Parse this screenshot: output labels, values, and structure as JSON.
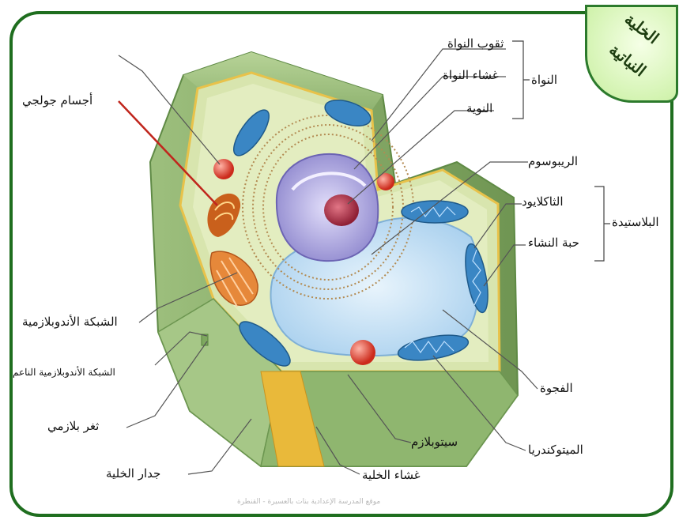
{
  "title": {
    "line1": "الخلية",
    "line2": "النباتية"
  },
  "labels": {
    "nuclear_pores": "ثقوب النواة",
    "nuclear_envelope": "غشاء النواة",
    "nucleolus": "النوية",
    "nucleus": "النواة",
    "golgi": "أجسام جولجي",
    "ribosome": "الريبوسوم",
    "thylakoid": "الثاكلايود",
    "plastid": "البلاستيدة",
    "starch_grain": "حبة النشاء",
    "smooth_er": "الشبكة الأندوبلازمية",
    "rough_er": "الشبكة الأندوبلازمية الناعم",
    "vacuole": "الفجوة",
    "plasmodesma": "ثغر بلازمي",
    "mitochondria": "الميتوكندريا",
    "cytoplasm": "سيتوبلازم",
    "cell_wall": "جدار الخلية",
    "cell_membrane": "غشاء الخلية"
  },
  "credit": "موقع المدرسة الإعدادية بنات بالعسيرة - القنطرة",
  "colors": {
    "frame": "#1f6e1f",
    "wall": "#a9c98a",
    "cytoplasm": "#d6e3a8",
    "vacuole": "#cfe6f7",
    "nucleus": "#b9b3e6",
    "nucleolus": "#b3344a",
    "mitochondria": "#3a86c4",
    "golgi": "#c9601c",
    "leader": "#555555",
    "highlight": "#c0261d"
  }
}
